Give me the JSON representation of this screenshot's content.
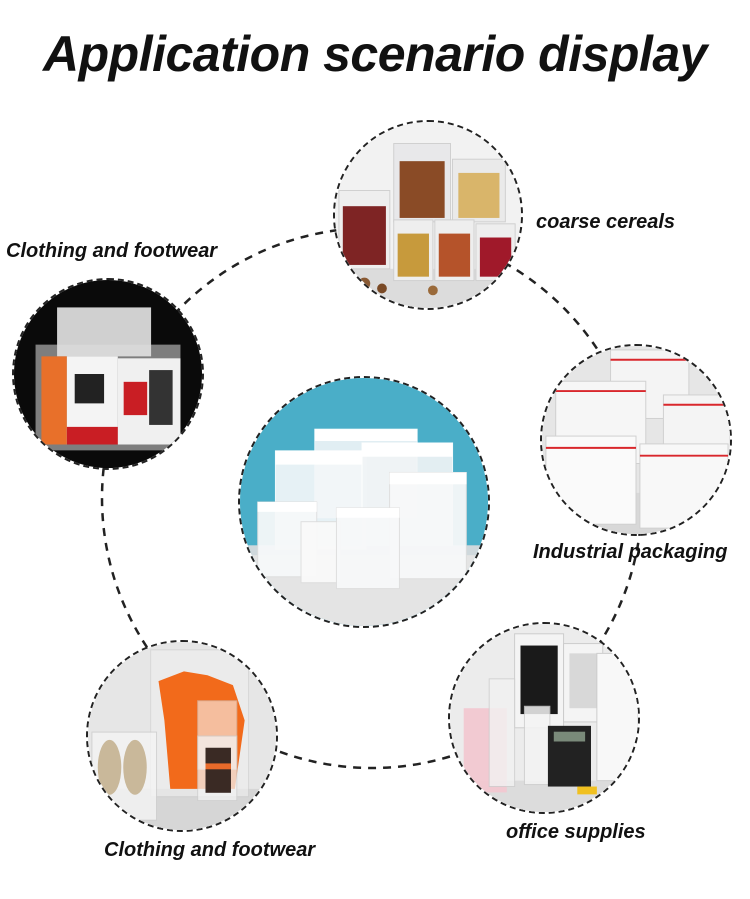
{
  "page": {
    "title": "Application scenario display"
  },
  "scenarios": [
    {
      "label": "coarse cereals"
    },
    {
      "label": "Clothing and footwear"
    },
    {
      "label": "Industrial packaging"
    },
    {
      "label": "Clothing and footwear"
    },
    {
      "label": "office supplies"
    }
  ],
  "colors": {
    "text": "#111111",
    "circle_border": "#222222",
    "ring_line": "#222222",
    "background": "#ffffff"
  }
}
